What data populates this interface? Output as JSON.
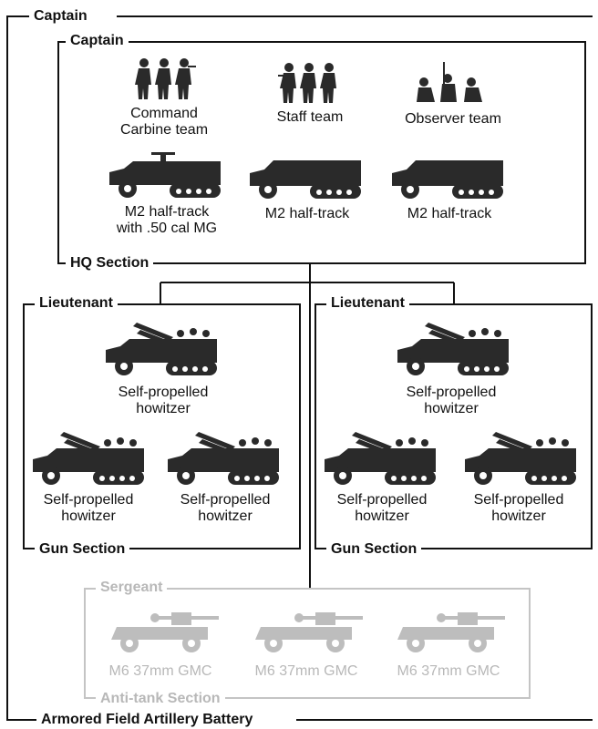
{
  "battery": {
    "top_label": "Captain",
    "bottom_label": "Armored Field Artillery Battery"
  },
  "hq": {
    "top_label": "Captain",
    "bottom_label": "HQ Section",
    "teams": [
      {
        "label": "Command\nCarbine team",
        "icon": "infantry-team-icon"
      },
      {
        "label": "Staff team",
        "icon": "infantry-team-icon"
      },
      {
        "label": "Observer team",
        "icon": "observer-team-icon"
      }
    ],
    "vehicles": [
      {
        "label": "M2 half-track\nwith .50 cal MG",
        "icon": "halftrack-mg-icon"
      },
      {
        "label": "M2 half-track",
        "icon": "halftrack-icon"
      },
      {
        "label": "M2 half-track",
        "icon": "halftrack-icon"
      }
    ]
  },
  "gun_sections": [
    {
      "top_label": "Lieutenant",
      "bottom_label": "Gun Section",
      "units": [
        "Self-propelled\nhowitzer",
        "Self-propelled\nhowitzer",
        "Self-propelled\nhowitzer"
      ]
    },
    {
      "top_label": "Lieutenant",
      "bottom_label": "Gun Section",
      "units": [
        "Self-propelled\nhowitzer",
        "Self-propelled\nhowitzer",
        "Self-propelled\nhowitzer"
      ]
    }
  ],
  "antitank": {
    "top_label": "Sergeant",
    "bottom_label": "Anti-tank Section",
    "units": [
      "M6 37mm GMC",
      "M6 37mm GMC",
      "M6 37mm GMC"
    ]
  },
  "colors": {
    "ink": "#111111",
    "silhouette": "#2a2a2a",
    "faded": "#b8b8b8",
    "faded_border": "#c4c4c4"
  }
}
